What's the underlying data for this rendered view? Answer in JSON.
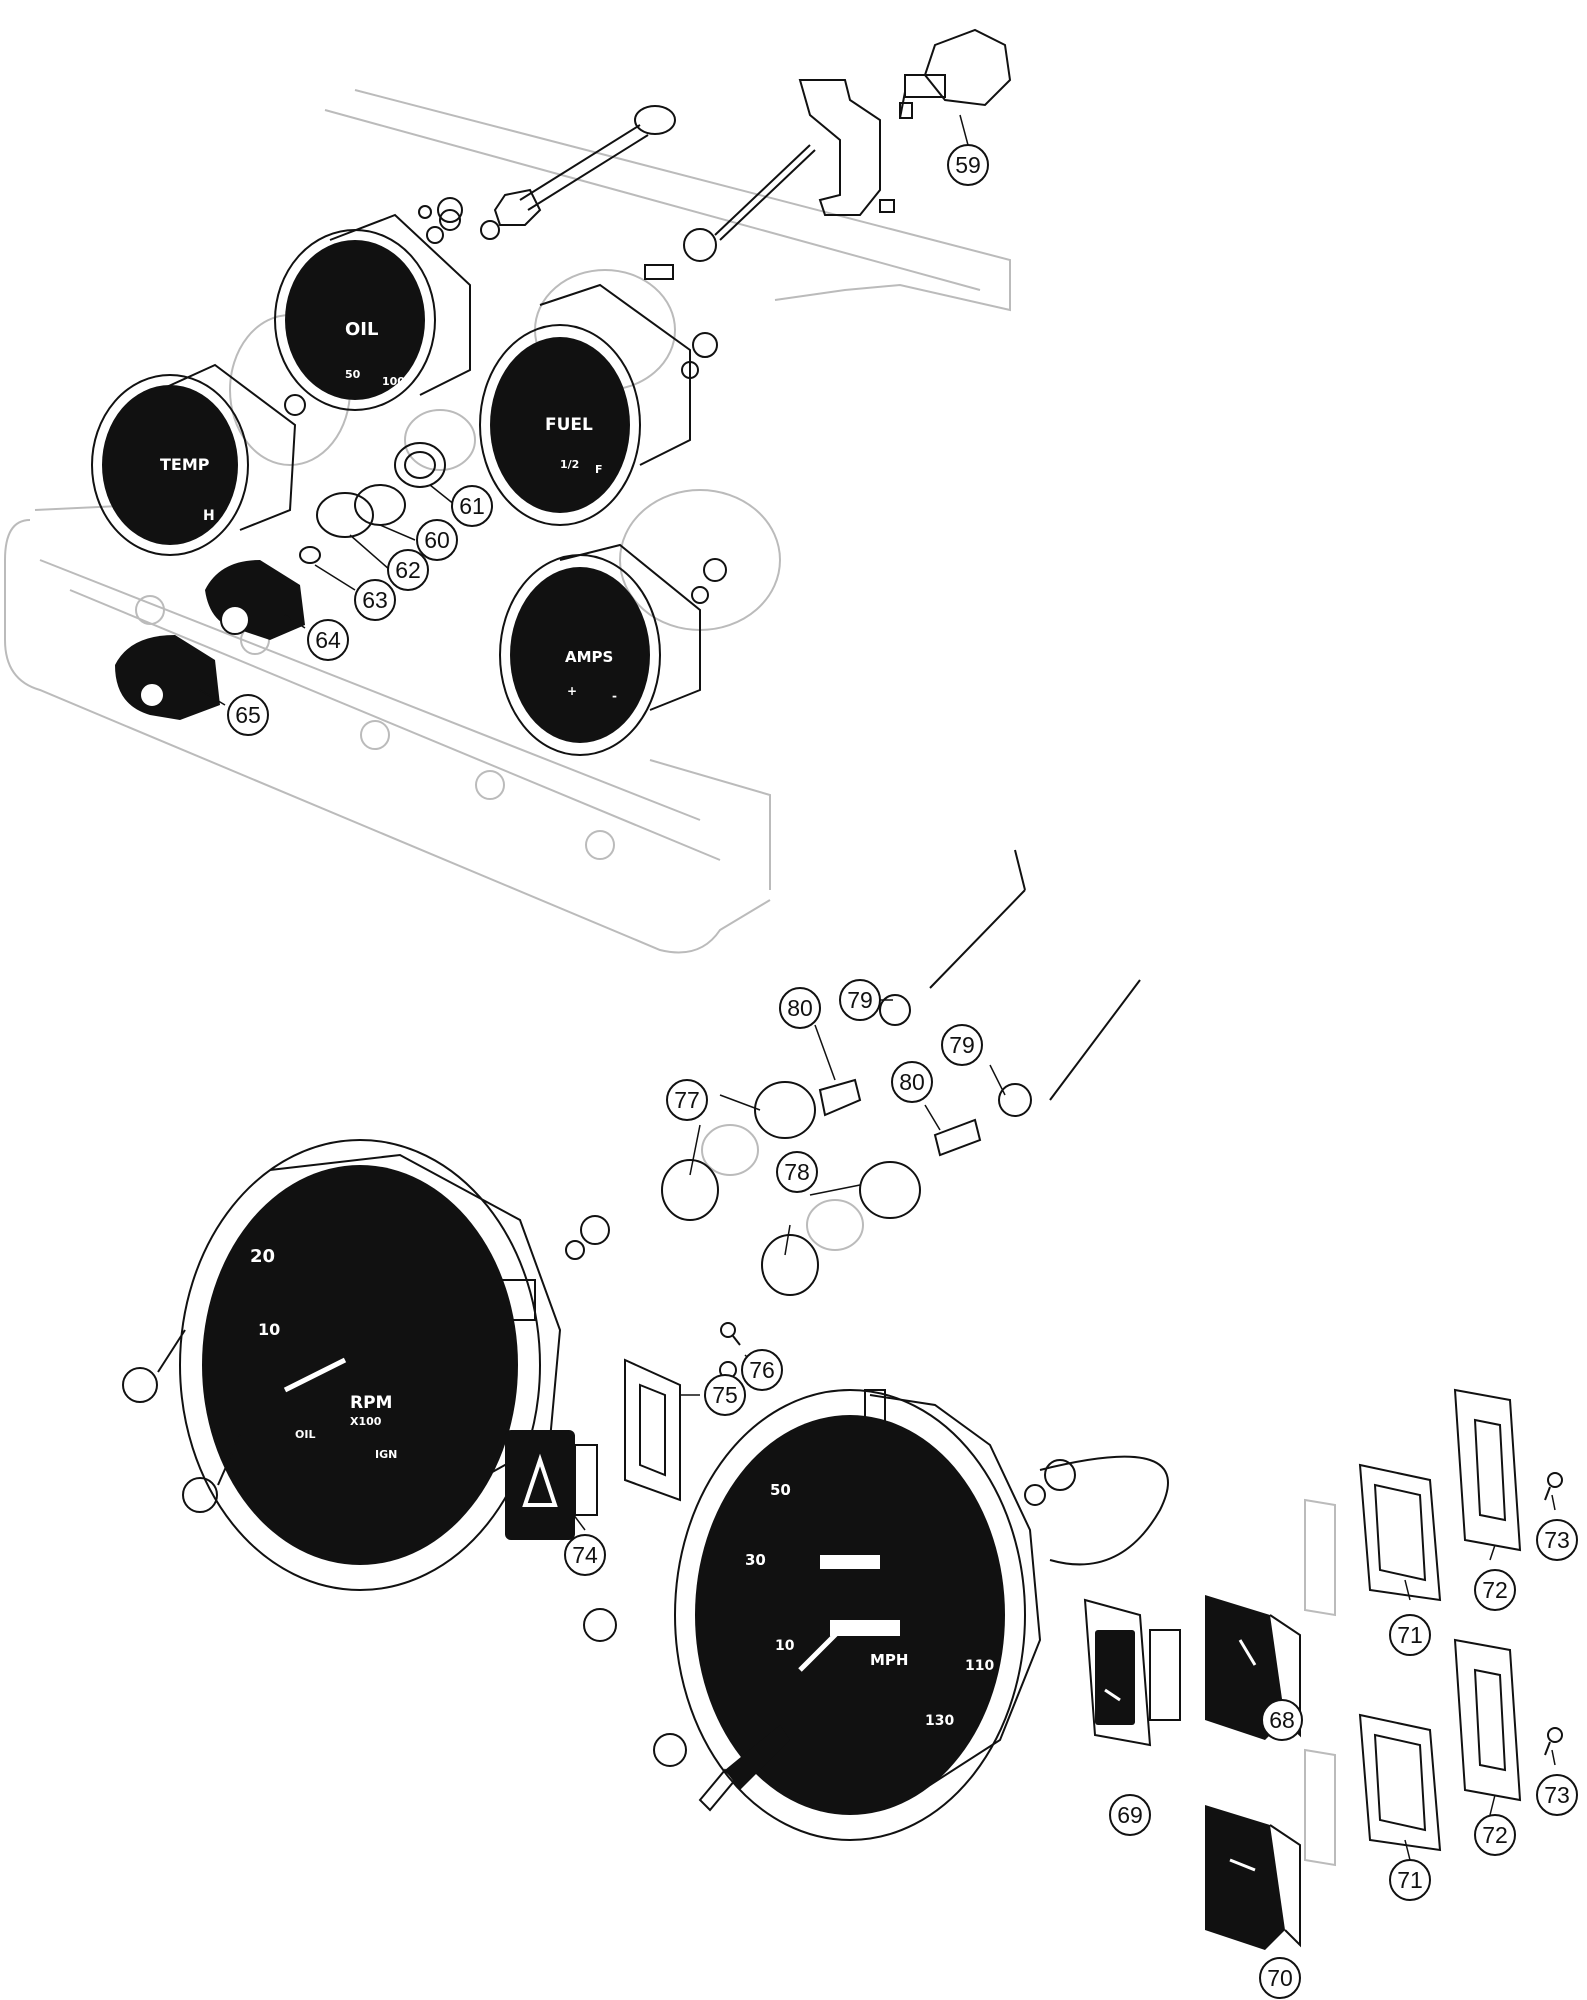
{
  "diagram": {
    "callouts": [
      {
        "id": "c59",
        "label": "59"
      },
      {
        "id": "c60",
        "label": "60"
      },
      {
        "id": "c61",
        "label": "61"
      },
      {
        "id": "c62",
        "label": "62"
      },
      {
        "id": "c63",
        "label": "63"
      },
      {
        "id": "c64",
        "label": "64"
      },
      {
        "id": "c65",
        "label": "65"
      },
      {
        "id": "c68",
        "label": "68"
      },
      {
        "id": "c69",
        "label": "69"
      },
      {
        "id": "c70",
        "label": "70"
      },
      {
        "id": "c71a",
        "label": "71"
      },
      {
        "id": "c71b",
        "label": "71"
      },
      {
        "id": "c72a",
        "label": "72"
      },
      {
        "id": "c72b",
        "label": "72"
      },
      {
        "id": "c73a",
        "label": "73"
      },
      {
        "id": "c73b",
        "label": "73"
      },
      {
        "id": "c74",
        "label": "74"
      },
      {
        "id": "c75",
        "label": "75"
      },
      {
        "id": "c76",
        "label": "76"
      },
      {
        "id": "c77",
        "label": "77"
      },
      {
        "id": "c78",
        "label": "78"
      },
      {
        "id": "c79a",
        "label": "79"
      },
      {
        "id": "c79b",
        "label": "79"
      },
      {
        "id": "c80a",
        "label": "80"
      },
      {
        "id": "c80b",
        "label": "80"
      }
    ],
    "gauges": {
      "temp": {
        "title": "TEMP",
        "mark_h": "H"
      },
      "oil": {
        "title": "OIL",
        "scale_mid": "50",
        "scale_max": "100"
      },
      "fuel": {
        "title": "FUEL",
        "scale_half": "1/2",
        "scale_full": "F"
      },
      "amps": {
        "title": "AMPS",
        "plus": "+",
        "minus": "-"
      }
    },
    "tachometer": {
      "label": "RPM",
      "multiplier": "X100",
      "tick_10": "10",
      "tick_20": "20",
      "oil_label": "OIL",
      "ign_label": "IGN"
    },
    "speedometer": {
      "label": "MPH",
      "tick_10": "10",
      "tick_30": "30",
      "tick_50": "50",
      "tick_110": "110",
      "tick_130": "130"
    }
  }
}
